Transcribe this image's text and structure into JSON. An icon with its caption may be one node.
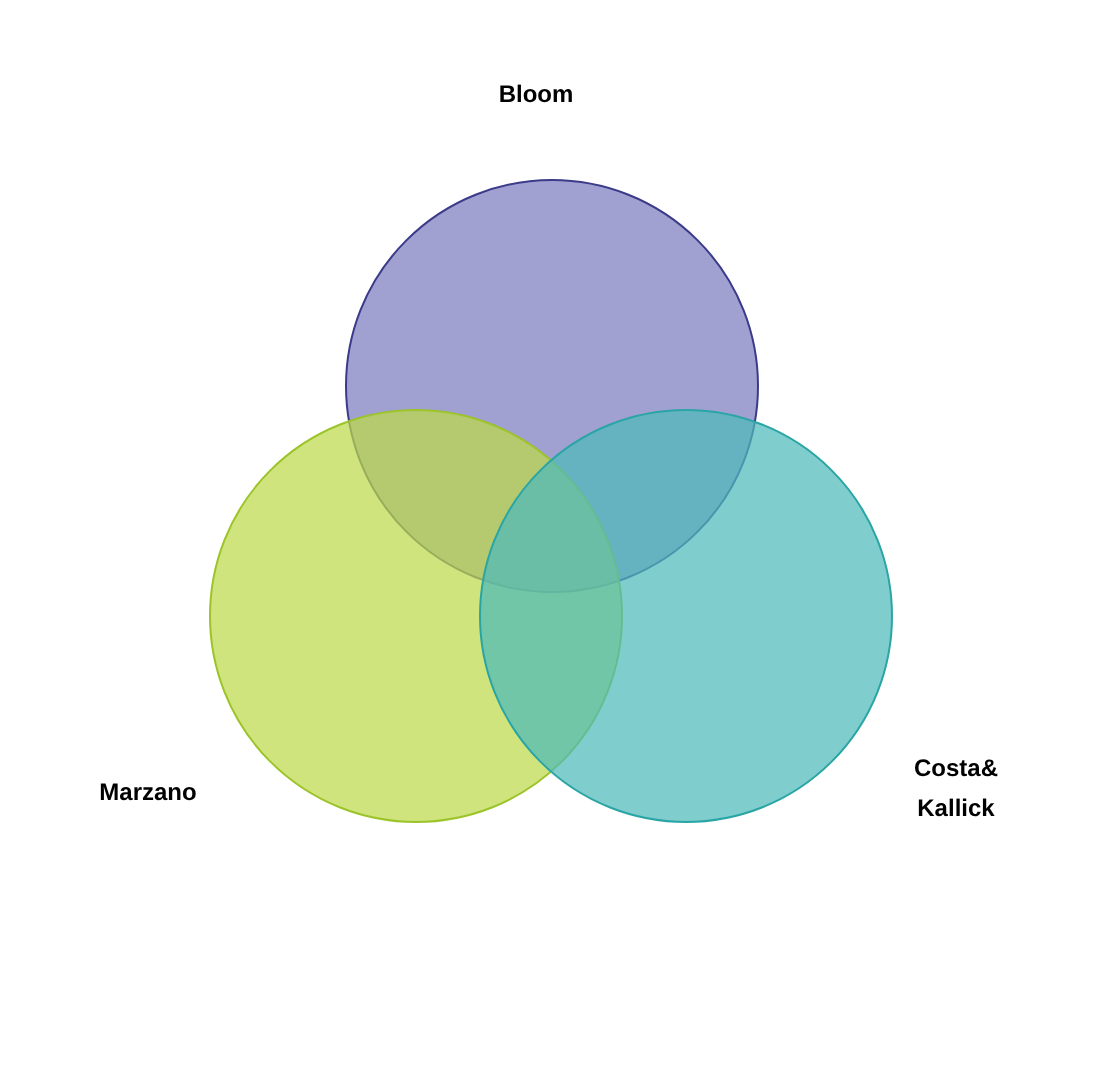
{
  "diagram": {
    "nodes": [
      {
        "text": [
          "Bloom"
        ]
      },
      {
        "text": [
          "Marzano"
        ]
      },
      {
        "text": [
          "Costa& Kallick"
        ]
      }
    ]
  }
}
